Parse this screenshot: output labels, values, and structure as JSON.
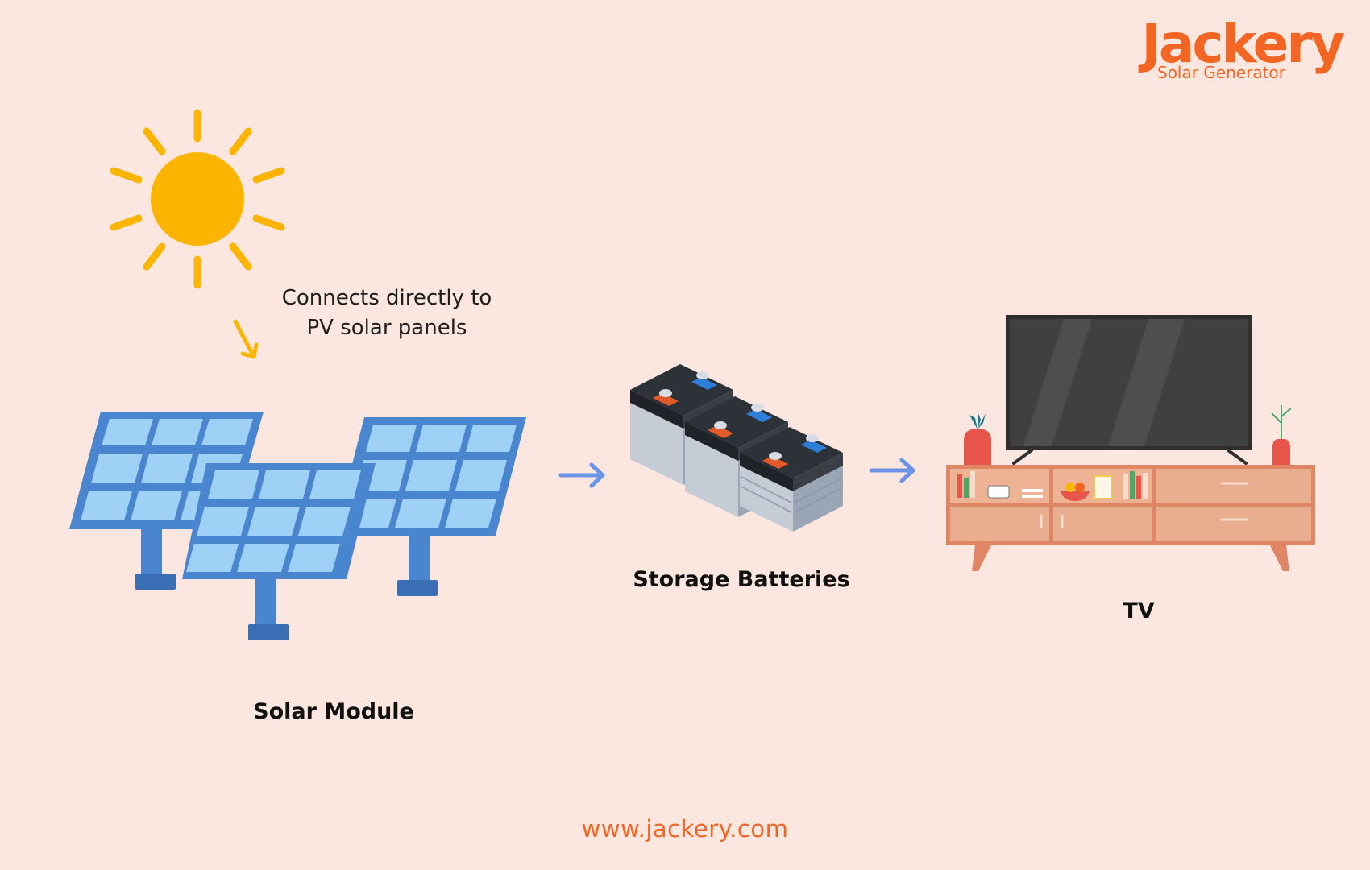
{
  "logo": {
    "brand": "Jackery",
    "subtitle": "Solar Generator"
  },
  "caption": {
    "line1": "Connects directly to",
    "line2": "PV solar panels"
  },
  "labels": {
    "solar_module": "Solar Module",
    "storage_batteries": "Storage Batteries",
    "tv": "TV"
  },
  "footer": {
    "website": "www.jackery.com"
  },
  "colors": {
    "background": "#fbe7e0",
    "brand_orange": "#f26522",
    "sun": "#fbb400",
    "flow_arrow": "#6a95e6",
    "panel_frame": "#4a86d0",
    "panel_cell": "#9fd0f5"
  },
  "icons": [
    "sun-icon",
    "solar-panels-icon",
    "batteries-icon",
    "tv-icon",
    "arrow-right-icon"
  ]
}
